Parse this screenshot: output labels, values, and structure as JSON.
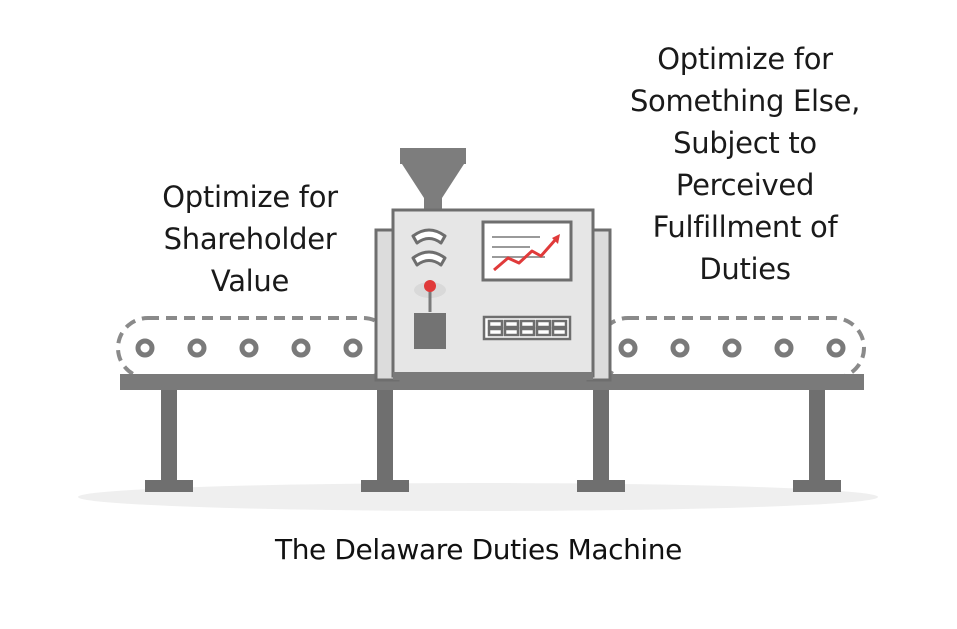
{
  "left_label": {
    "lines": [
      "Optimize for",
      "Shareholder",
      "Value"
    ]
  },
  "right_label": {
    "lines": [
      "Optimize for",
      "Something Else,",
      "Subject to",
      "Perceived",
      "Fulfillment of",
      "Duties"
    ]
  },
  "caption": "The Delaware Duties Machine",
  "colors": {
    "machine_body": "#e6e6e6",
    "machine_outline": "#6e6e6e",
    "dark_gray": "#737373",
    "legs": "#6f6f6f",
    "accent_red": "#e03a3a",
    "shadow": "#eeeeee"
  },
  "icons": [
    "hopper-icon",
    "gauge-icon",
    "red-lever-icon",
    "rising-chart-icon",
    "keypad-icon",
    "conveyor-roller-icon"
  ]
}
